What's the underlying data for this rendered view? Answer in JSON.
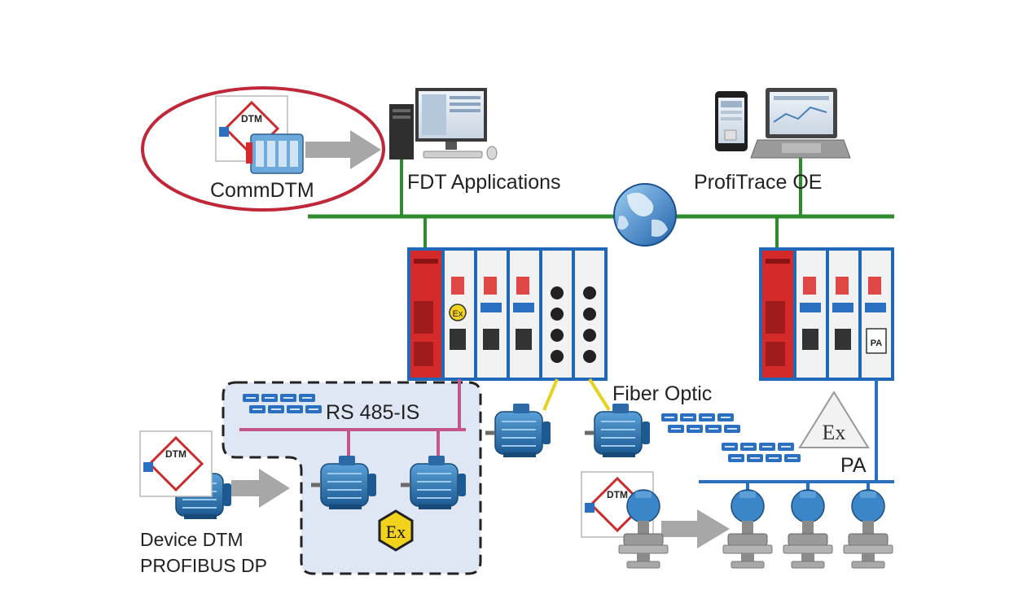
{
  "labels": {
    "commdtm": "CommDTM",
    "fdt_applications": "FDT Applications",
    "profitrace": "ProfiTrace  OE",
    "rs485": "RS 485-IS",
    "fiber_optic": "Fiber Optic",
    "pa": "PA",
    "device_dtm": "Device DTM",
    "profibus_dp": "PROFIBUS DP"
  },
  "badges": {
    "dtm": "DTM",
    "ex": "Ex",
    "pa_module": "PA"
  },
  "colors": {
    "ethernet_line": "#2e8b2e",
    "rs485_line": "#c2578f",
    "fiber_line": "#e6d21e",
    "pa_line": "#2a6fc0",
    "module_red": "#d42a2a",
    "module_blue": "#2268b8",
    "highlight_ellipse": "#c0283a",
    "ex_zone_fill": "#dfe6f4",
    "arrow_gray": "#a7a7a7"
  },
  "icons": [
    "dtm-badge-icon",
    "network-device-icon",
    "desktop-computer-icon",
    "tablet-icon",
    "laptop-icon",
    "globe-icon",
    "drive-motor-icon",
    "pressure-transmitter-icon",
    "ex-hazard-icon",
    "profibus-connector-icon"
  ]
}
